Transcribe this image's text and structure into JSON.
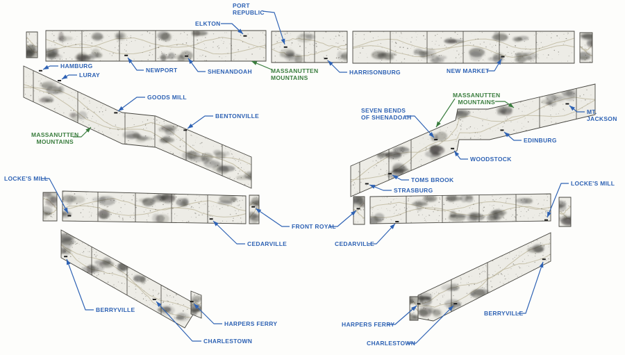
{
  "figure": {
    "kind": "topographic-strip-map-figure",
    "strip_count": 17
  },
  "colors": {
    "label_blue": "#2e62b4",
    "label_green": "#3a7d3e",
    "paper": "#fdfdfb",
    "strip_fill": "#edece6",
    "strip_border": "#45443e",
    "contour": "#c2bca4",
    "terrain_shade": "#34332f",
    "town_tick": "#1b1b1b"
  },
  "labels": [
    {
      "id": "port-republic",
      "text": "PORT\nREPUBLIC",
      "color": "blue"
    },
    {
      "id": "elkton",
      "text": "ELKTON",
      "color": "blue"
    },
    {
      "id": "hamburg",
      "text": "HAMBURG",
      "color": "blue"
    },
    {
      "id": "luray",
      "text": "LURAY",
      "color": "blue"
    },
    {
      "id": "newport",
      "text": "NEWPORT",
      "color": "blue"
    },
    {
      "id": "shenandoah",
      "text": "SHENANDOAH",
      "color": "blue"
    },
    {
      "id": "massanutten-mountains-top",
      "text": "MASSANUTTEN\nMOUNTAINS",
      "color": "green"
    },
    {
      "id": "harrisonburg",
      "text": "HARRISONBURG",
      "color": "blue"
    },
    {
      "id": "new-market",
      "text": "NEW MARKET",
      "color": "blue"
    },
    {
      "id": "goods-mill",
      "text": "GOODS MILL",
      "color": "blue"
    },
    {
      "id": "bentonville",
      "text": "BENTONVILLE",
      "color": "blue"
    },
    {
      "id": "massanutten-mountains-left",
      "text": "MASSANUTTEN\nMOUNTAINS",
      "color": "green"
    },
    {
      "id": "seven-bends",
      "text": "SEVEN BENDS\nOF SHENADOAH",
      "color": "blue"
    },
    {
      "id": "massanutten-mountains-right",
      "text": "MASSANUTTEN\nMOUNTAINS",
      "color": "green"
    },
    {
      "id": "mt-jackson",
      "text": "MT. JACKSON",
      "color": "blue"
    },
    {
      "id": "edinburg",
      "text": "EDINBURG",
      "color": "blue"
    },
    {
      "id": "woodstock",
      "text": "WOODSTOCK",
      "color": "blue"
    },
    {
      "id": "toms-brook",
      "text": "TOMS BROOK",
      "color": "blue"
    },
    {
      "id": "strasburg",
      "text": "STRASBURG",
      "color": "blue"
    },
    {
      "id": "lockes-mill-left",
      "text": "LOCKE'S MILL",
      "color": "blue"
    },
    {
      "id": "front-royal",
      "text": "FRONT ROYAL",
      "color": "blue"
    },
    {
      "id": "cedarville-left",
      "text": "CEDARVILLE",
      "color": "blue"
    },
    {
      "id": "cedarville-right",
      "text": "CEDARVILLE",
      "color": "blue"
    },
    {
      "id": "lockes-mill-right",
      "text": "LOCKE'S MILL",
      "color": "blue"
    },
    {
      "id": "berryville-left",
      "text": "BERRYVILLE",
      "color": "blue"
    },
    {
      "id": "harpers-ferry-left",
      "text": "HARPERS FERRY",
      "color": "blue"
    },
    {
      "id": "charlestown-left",
      "text": "CHARLESTOWN",
      "color": "blue"
    },
    {
      "id": "harpers-ferry-right",
      "text": "HARPERS FERRY",
      "color": "blue"
    },
    {
      "id": "charlestown-right",
      "text": "CHARLESTOWN",
      "color": "blue"
    },
    {
      "id": "berryville-right",
      "text": "BERRYVILLE",
      "color": "blue"
    }
  ]
}
